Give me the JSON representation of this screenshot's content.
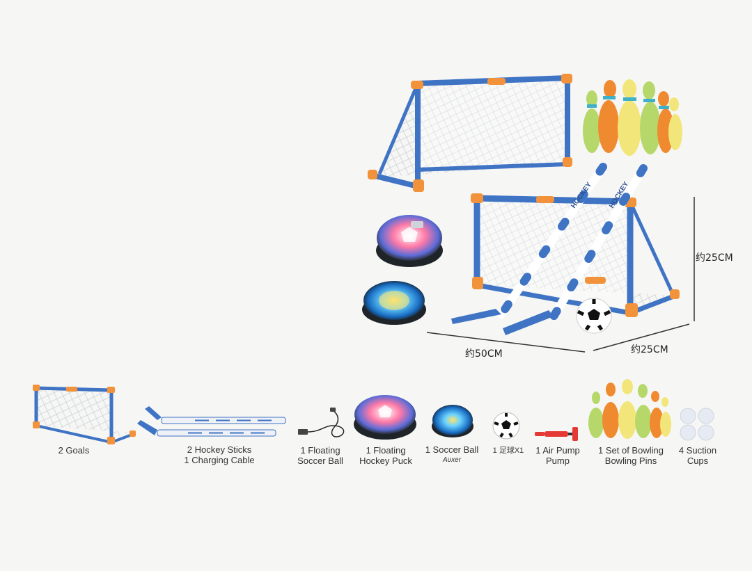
{
  "dimensions": {
    "height": "约25CM",
    "length": "约50CM",
    "depth": "约25CM"
  },
  "top_left_tab": "",
  "product_print": {
    "stick_print": "HOCKEY"
  },
  "items": [
    {
      "line1": "2 Goals",
      "line2": ""
    },
    {
      "line1": "2 Hockey Sticks",
      "line2": "1 Charging Cable"
    },
    {
      "line1": "1 Floating",
      "line2": "Soccer Ball"
    },
    {
      "line1": "1 Floating",
      "line2": "Hockey Puck"
    },
    {
      "line1": "1 Soccer Ball",
      "line2": "Aᴜxer"
    },
    {
      "line1": "1 足球X1",
      "line2": ""
    },
    {
      "line1": "1 Air Pump",
      "line2": "Pump"
    },
    {
      "line1": "1 Set of Bowling",
      "line2": "Bowling Pins"
    },
    {
      "line1": "4 Suction",
      "line2": "Cups"
    }
  ],
  "colors": {
    "frame_blue": "#3f73c4",
    "joint_orange": "#f2923a",
    "pin_green": "#b6d86a",
    "pin_orange": "#f08a30",
    "pin_yellow": "#f2e67a",
    "net": "#ffffff",
    "puck_dark": "#1f2428",
    "background": "#f6f6f4"
  }
}
